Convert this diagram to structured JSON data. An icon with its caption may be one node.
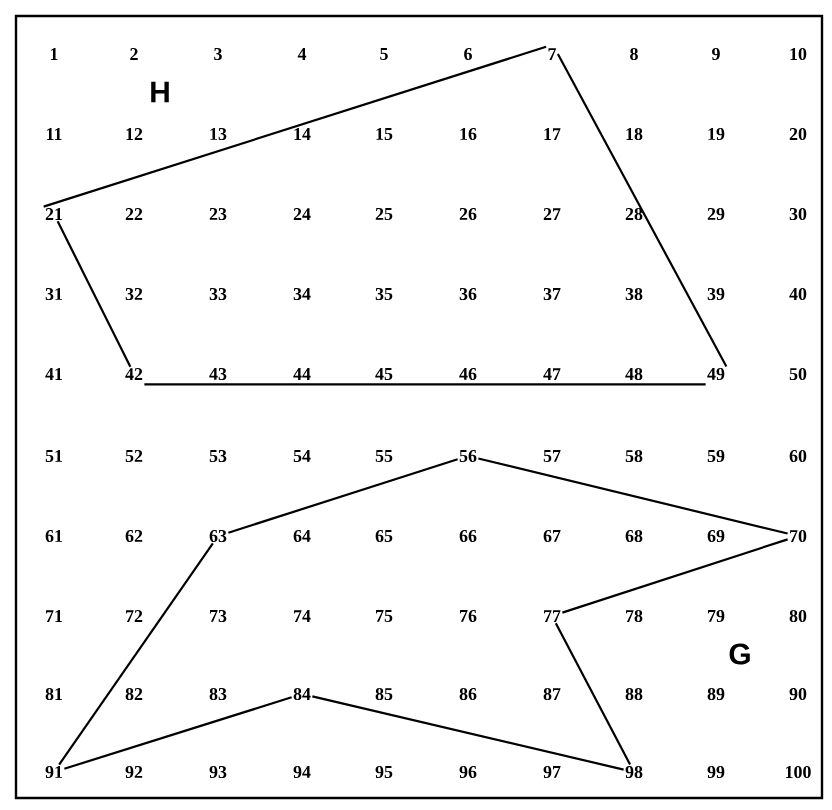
{
  "diagram": {
    "nodes": [
      {
        "text": [
          "1"
        ]
      },
      {
        "text": [
          "2"
        ]
      },
      {
        "text": [
          "3"
        ]
      },
      {
        "text": [
          "4"
        ]
      },
      {
        "text": [
          "5"
        ]
      },
      {
        "text": [
          "6"
        ]
      },
      {
        "text": [
          "7"
        ]
      },
      {
        "text": [
          "8"
        ]
      },
      {
        "text": [
          "9"
        ]
      },
      {
        "text": [
          "10"
        ]
      },
      {
        "text": [
          "11"
        ]
      },
      {
        "text": [
          "12"
        ]
      },
      {
        "text": [
          "13"
        ]
      },
      {
        "text": [
          "14"
        ]
      },
      {
        "text": [
          "15"
        ]
      },
      {
        "text": [
          "16"
        ]
      },
      {
        "text": [
          "17"
        ]
      },
      {
        "text": [
          "18"
        ]
      },
      {
        "text": [
          "19"
        ]
      },
      {
        "text": [
          "20"
        ]
      },
      {
        "text": [
          "21"
        ]
      },
      {
        "text": [
          "22"
        ]
      },
      {
        "text": [
          "23"
        ]
      },
      {
        "text": [
          "24"
        ]
      },
      {
        "text": [
          "25"
        ]
      },
      {
        "text": [
          "26"
        ]
      },
      {
        "text": [
          "27"
        ]
      },
      {
        "text": [
          "28"
        ]
      },
      {
        "text": [
          "29"
        ]
      },
      {
        "text": [
          "30"
        ]
      },
      {
        "text": [
          "31"
        ]
      },
      {
        "text": [
          "32"
        ]
      },
      {
        "text": [
          "33"
        ]
      },
      {
        "text": [
          "34"
        ]
      },
      {
        "text": [
          "35"
        ]
      },
      {
        "text": [
          "36"
        ]
      },
      {
        "text": [
          "37"
        ]
      },
      {
        "text": [
          "38"
        ]
      },
      {
        "text": [
          "39"
        ]
      },
      {
        "text": [
          "40"
        ]
      },
      {
        "text": [
          "41"
        ]
      },
      {
        "text": [
          "42"
        ]
      },
      {
        "text": [
          "43"
        ]
      },
      {
        "text": [
          "44"
        ]
      },
      {
        "text": [
          "45"
        ]
      },
      {
        "text": [
          "46"
        ]
      },
      {
        "text": [
          "47"
        ]
      },
      {
        "text": [
          "48"
        ]
      },
      {
        "text": [
          "49"
        ]
      },
      {
        "text": [
          "50"
        ]
      },
      {
        "text": [
          "51"
        ]
      },
      {
        "text": [
          "52"
        ]
      },
      {
        "text": [
          "53"
        ]
      },
      {
        "text": [
          "54"
        ]
      },
      {
        "text": [
          "55"
        ]
      },
      {
        "text": [
          "56"
        ]
      },
      {
        "text": [
          "57"
        ]
      },
      {
        "text": [
          "58"
        ]
      },
      {
        "text": [
          "59"
        ]
      },
      {
        "text": [
          "60"
        ]
      },
      {
        "text": [
          "61"
        ]
      },
      {
        "text": [
          "62"
        ]
      },
      {
        "text": [
          "63"
        ]
      },
      {
        "text": [
          "64"
        ]
      },
      {
        "text": [
          "65"
        ]
      },
      {
        "text": [
          "66"
        ]
      },
      {
        "text": [
          "67"
        ]
      },
      {
        "text": [
          "68"
        ]
      },
      {
        "text": [
          "69"
        ]
      },
      {
        "text": [
          "70"
        ]
      },
      {
        "text": [
          "71"
        ]
      },
      {
        "text": [
          "72"
        ]
      },
      {
        "text": [
          "73"
        ]
      },
      {
        "text": [
          "74"
        ]
      },
      {
        "text": [
          "75"
        ]
      },
      {
        "text": [
          "76"
        ]
      },
      {
        "text": [
          "77"
        ]
      },
      {
        "text": [
          "78"
        ]
      },
      {
        "text": [
          "79"
        ]
      },
      {
        "text": [
          "80"
        ]
      },
      {
        "text": [
          "81"
        ]
      },
      {
        "text": [
          "82"
        ]
      },
      {
        "text": [
          "83"
        ]
      },
      {
        "text": [
          "84"
        ]
      },
      {
        "text": [
          "85"
        ]
      },
      {
        "text": [
          "86"
        ]
      },
      {
        "text": [
          "87"
        ]
      },
      {
        "text": [
          "88"
        ]
      },
      {
        "text": [
          "89"
        ]
      },
      {
        "text": [
          "90"
        ]
      },
      {
        "text": [
          "91"
        ]
      },
      {
        "text": [
          "92"
        ]
      },
      {
        "text": [
          "93"
        ]
      },
      {
        "text": [
          "94"
        ]
      },
      {
        "text": [
          "95"
        ]
      },
      {
        "text": [
          "96"
        ]
      },
      {
        "text": [
          "97"
        ]
      },
      {
        "text": [
          "98"
        ]
      },
      {
        "text": [
          "99"
        ]
      },
      {
        "text": [
          "100"
        ]
      }
    ],
    "edges": [
      {
        "from": 6,
        "to": 20,
        "arrow": "none"
      },
      {
        "from": 20,
        "to": 41,
        "arrow": "none"
      },
      {
        "from": 41,
        "to": 48,
        "arrow": "none"
      },
      {
        "from": 48,
        "to": 6,
        "arrow": "none"
      },
      {
        "from": 55,
        "to": 62,
        "arrow": "none"
      },
      {
        "from": 62,
        "to": 90,
        "arrow": "none"
      },
      {
        "from": 90,
        "to": 83,
        "arrow": "none"
      },
      {
        "from": 83,
        "to": 97,
        "arrow": "none"
      },
      {
        "from": 97,
        "to": 76,
        "arrow": "none"
      },
      {
        "from": 76,
        "to": 69,
        "arrow": "none"
      },
      {
        "from": 69,
        "to": 55,
        "arrow": "none"
      }
    ],
    "labels": [
      "H",
      "G"
    ]
  }
}
